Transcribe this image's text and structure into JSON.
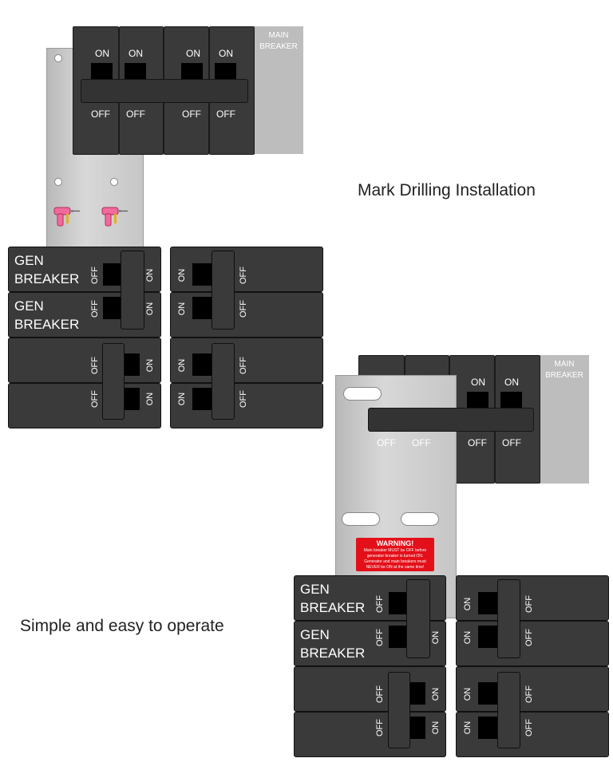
{
  "caption_top": "Mark Drilling Installation",
  "caption_bottom": "Simple and easy to operate",
  "main_breaker_label_line1": "MAIN",
  "main_breaker_label_line2": "BREAKER",
  "on_label": "ON",
  "off_label": "OFF",
  "gen_line1": "GEN",
  "gen_line2": "BREAKER",
  "warning": {
    "title": "WARNING!",
    "line1": "Main breaker MUST be OFF before",
    "line2": "generator breaker is turned ON.",
    "line3": "Generator and main breakers must",
    "line4": "NEVER be ON at the same time!"
  },
  "colors": {
    "breaker_body": "#3a3a3a",
    "plate": "#c9c9c9",
    "warning_red": "#e3101a",
    "drill_pink": "#f06a9a"
  }
}
